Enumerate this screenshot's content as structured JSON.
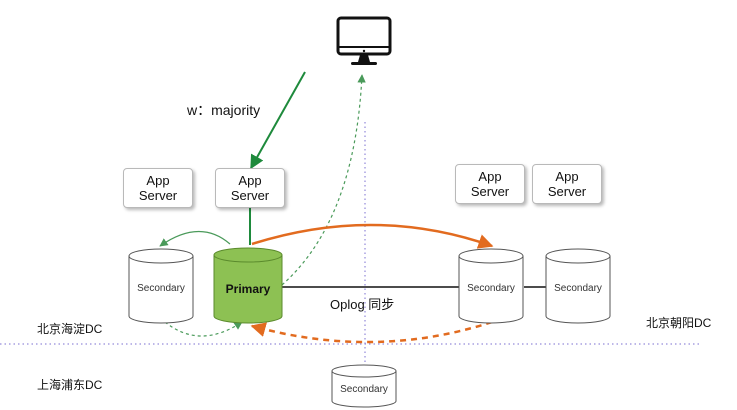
{
  "write_concern": {
    "label": "w：majority"
  },
  "app_servers": [
    {
      "line1": "App",
      "line2": "Server"
    },
    {
      "line1": "App",
      "line2": "Server"
    },
    {
      "line1": "App",
      "line2": "Server"
    },
    {
      "line1": "App",
      "line2": "Server"
    }
  ],
  "nodes": {
    "primary": "Primary",
    "haidian_secondary": "Secondary",
    "chaoyang_secondary_1": "Secondary",
    "chaoyang_secondary_2": "Secondary",
    "pudong_secondary": "Secondary"
  },
  "oplog_label": "Oplog 同步",
  "datacenters": {
    "haidian": "北京海淀DC",
    "chaoyang": "北京朝阳DC",
    "pudong": "上海浦东DC"
  },
  "colors": {
    "primary_fill": "#8dc153",
    "primary_border": "#5a8a2c",
    "write_arrow": "#1e8a3c",
    "oplog_arrow": "#e26b1f",
    "dc_divider": "#7b6fd1",
    "dotted_read": "#4a9a5a"
  }
}
